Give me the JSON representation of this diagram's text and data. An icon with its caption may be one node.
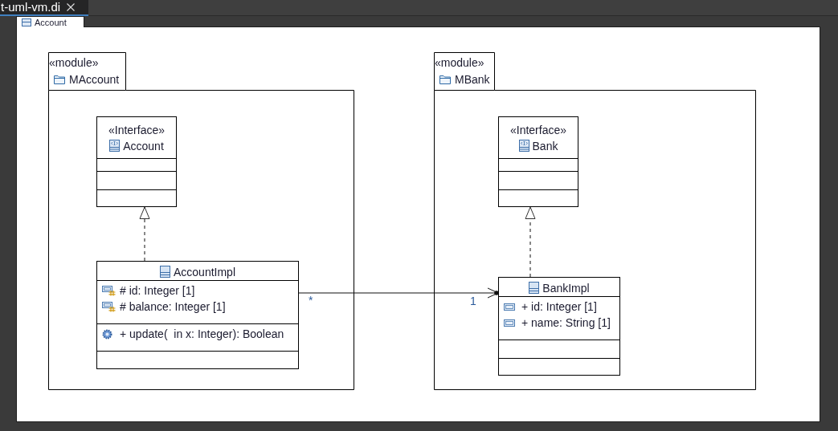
{
  "diagram": {
    "nodes": [
      {
        "text": [
          "«module»",
          "MAccount"
        ]
      },
      {
        "text": [
          "«Interface»",
          "Account"
        ],
        "in": 0
      },
      {
        "text": [
          "AccountImpl",
          "# id: Integer [1]",
          "# balance: Integer [1]",
          "+ update(  in x: Integer): Boolean"
        ],
        "in": 0
      },
      {
        "text": [
          "«module»",
          "MBank"
        ]
      },
      {
        "text": [
          "«Interface»",
          "Bank"
        ],
        "in": 3
      },
      {
        "text": [
          "BankImpl",
          "+ id: Integer [1]",
          "+ name: String [1]"
        ],
        "in": 3
      }
    ],
    "edges": [
      {
        "from": 2,
        "to": 1,
        "arrow": "to",
        "style": "dashed"
      },
      {
        "from": 5,
        "to": 4,
        "arrow": "to",
        "style": "dashed"
      },
      {
        "from": 2,
        "to": 5,
        "arrow": "to"
      }
    ],
    "labels": [
      "t-uml-vm.di",
      "Account",
      "*",
      "1"
    ]
  }
}
